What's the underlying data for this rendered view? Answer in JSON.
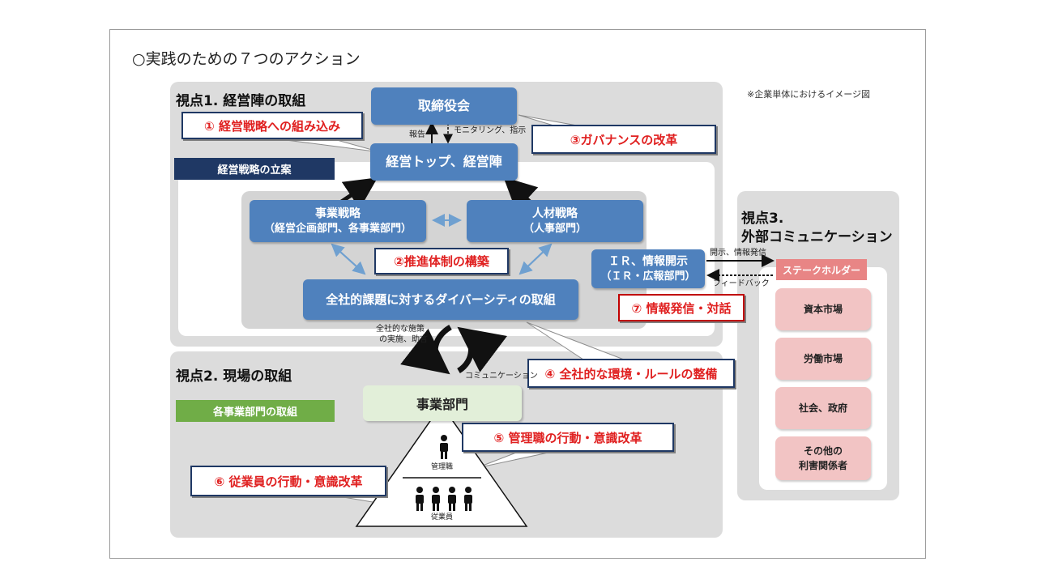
{
  "title": "○実践のための７つのアクション",
  "note": "※企業単体におけるイメージ図",
  "perspective1": {
    "title": "視点1. 経営陣の取組",
    "planning_label": "経営戦略の立案"
  },
  "perspective2": {
    "title": "視点2. 現場の取組",
    "division_label": "各事業部門の取組"
  },
  "perspective3": {
    "title_line1": "視点3.",
    "title_line2": "外部コミュニケーション"
  },
  "boxes": {
    "board": "取締役会",
    "top": "経営トップ、経営陣",
    "biz_strategy_line1": "事業戦略",
    "biz_strategy_line2": "（経営企画部門、各事業部門）",
    "hr_strategy_line1": "人材戦略",
    "hr_strategy_line2": "（人事部門）",
    "company_wide": "全社的課題に対するダイバーシティの取組",
    "ir_line1": "ＩＲ、情報開示",
    "ir_line2": "（ＩＲ・広報部門）",
    "business_unit": "事業部門"
  },
  "callouts": {
    "a1": "① 経営戦略への組み込み",
    "a2": "②推進体制の構築",
    "a3": "③ガバナンスの改革",
    "a4": "④ 全社的な環境・ルールの整備",
    "a5": "⑤ 管理職の行動・意識改革",
    "a6": "⑥ 従業員の行動・意識改革",
    "a7": "⑦ 情報発信・対話"
  },
  "labels": {
    "report": "報告",
    "monitoring": "モニタリング、指示",
    "disclosure": "開示、情報発信",
    "feedback": "フィードバック",
    "measures_line1": "全社的な施策",
    "measures_line2": "の実施、助言",
    "communication": "コミュニケーション",
    "managers": "管理職",
    "employees": "従業員"
  },
  "stakeholders": {
    "header": "ステークホルダー",
    "items": [
      {
        "line1": "資本市場",
        "line2": ""
      },
      {
        "line1": "労働市場",
        "line2": ""
      },
      {
        "line1": "社会、政府",
        "line2": ""
      },
      {
        "line1": "その他の",
        "line2": "利害関係者"
      }
    ]
  },
  "colors": {
    "blue_box": "#4f81bd",
    "navy": "#1f3864",
    "green": "#70ad47",
    "callout_text": "#e02020",
    "stakeholder_header": "#e88585",
    "stakeholder_item": "#f2c4c4"
  }
}
